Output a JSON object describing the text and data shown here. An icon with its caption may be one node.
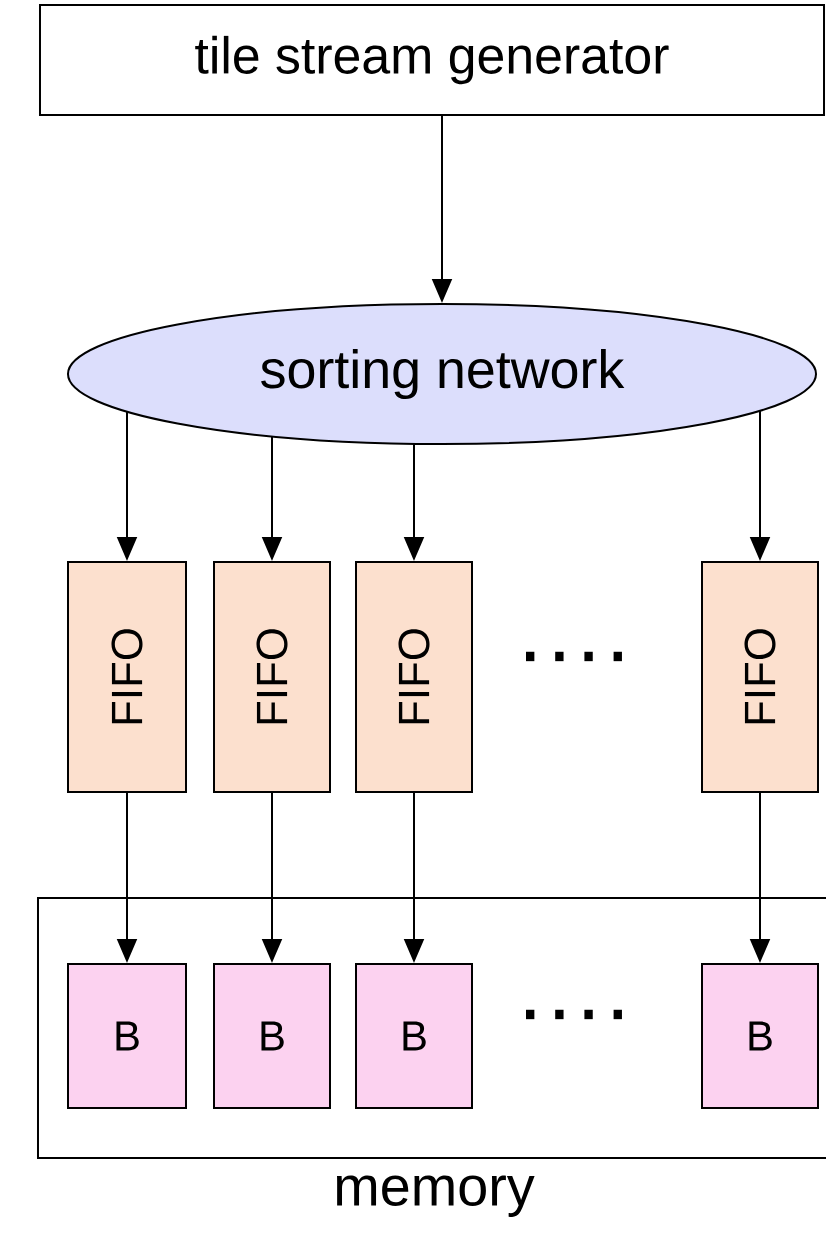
{
  "diagram": {
    "nodes": [
      {
        "text": [
          "tile stream generator"
        ]
      },
      {
        "text": [
          "sorting network"
        ]
      },
      {
        "text": [
          "FIFO"
        ]
      },
      {
        "text": [
          "FIFO"
        ]
      },
      {
        "text": [
          "FIFO"
        ]
      },
      {
        "text": [
          "FIFO"
        ]
      },
      {
        "text": [
          "memory"
        ]
      },
      {
        "text": [
          "B"
        ],
        "in": 6
      },
      {
        "text": [
          "B"
        ],
        "in": 6
      },
      {
        "text": [
          "B"
        ],
        "in": 6
      },
      {
        "text": [
          "B"
        ],
        "in": 6
      }
    ],
    "edges": [
      {
        "from": 0,
        "to": 1,
        "arrow": "to"
      },
      {
        "from": 1,
        "to": 2,
        "arrow": "to"
      },
      {
        "from": 1,
        "to": 3,
        "arrow": "to"
      },
      {
        "from": 1,
        "to": 4,
        "arrow": "to"
      },
      {
        "from": 1,
        "to": 5,
        "arrow": "to"
      },
      {
        "from": 2,
        "to": 7,
        "arrow": "to"
      },
      {
        "from": 3,
        "to": 8,
        "arrow": "to"
      },
      {
        "from": 4,
        "to": 9,
        "arrow": "to"
      },
      {
        "from": 5,
        "to": 10,
        "arrow": "to"
      }
    ],
    "labels": [
      "····",
      "····"
    ]
  }
}
